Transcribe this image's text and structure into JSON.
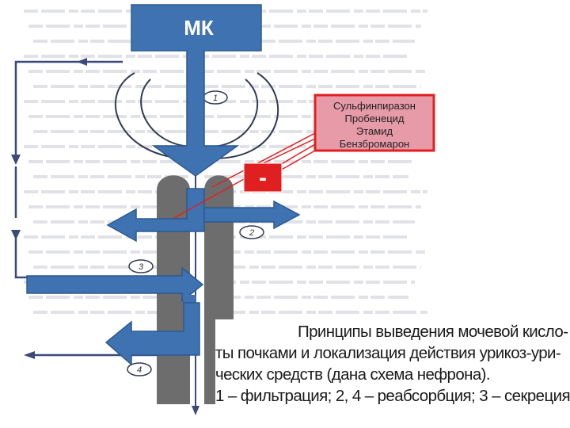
{
  "diagram": {
    "top_label": "МК",
    "drugs": [
      "Сульфинпиразон",
      "Пробенецид",
      "Этамид",
      "Бензбромарон"
    ],
    "inhibition_sign": "-",
    "step_numbers": [
      "1",
      "2",
      "3",
      "4"
    ],
    "colors": {
      "arrow_fill": "#3f72b0",
      "arrow_stroke": "#2c5a92",
      "tubule": "#6d6d6d",
      "outline": "#3b4a7a",
      "highlight_red": "#e02020",
      "drug_box_fill": "#e79aa8",
      "background_text": "#c9ccd4"
    },
    "caption": {
      "line1": "Принципы выведения мочевой кисло-",
      "line2": "ты почками и локализация действия урикоз-ури-",
      "line3": "ческих средств (дана схема нефрона).",
      "line4": "1 – фильтрация; 2, 4 – реабсорбция; 3 – секреция."
    }
  }
}
